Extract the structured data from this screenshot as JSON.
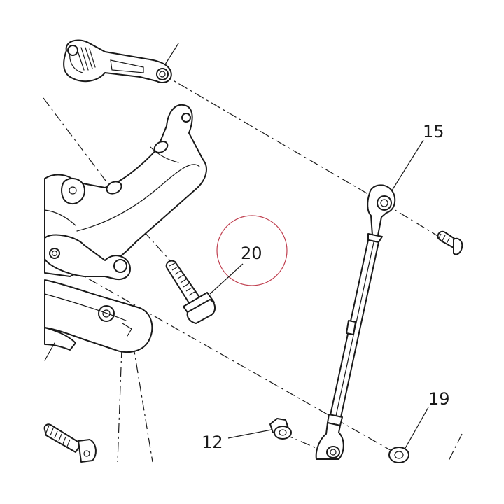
{
  "callouts": {
    "c15": "15",
    "c19": "19",
    "c20": "20",
    "c12": "12"
  },
  "colors": {
    "line": "#1a1a1a",
    "highlight_circle": "#c04050",
    "background": "#ffffff"
  }
}
